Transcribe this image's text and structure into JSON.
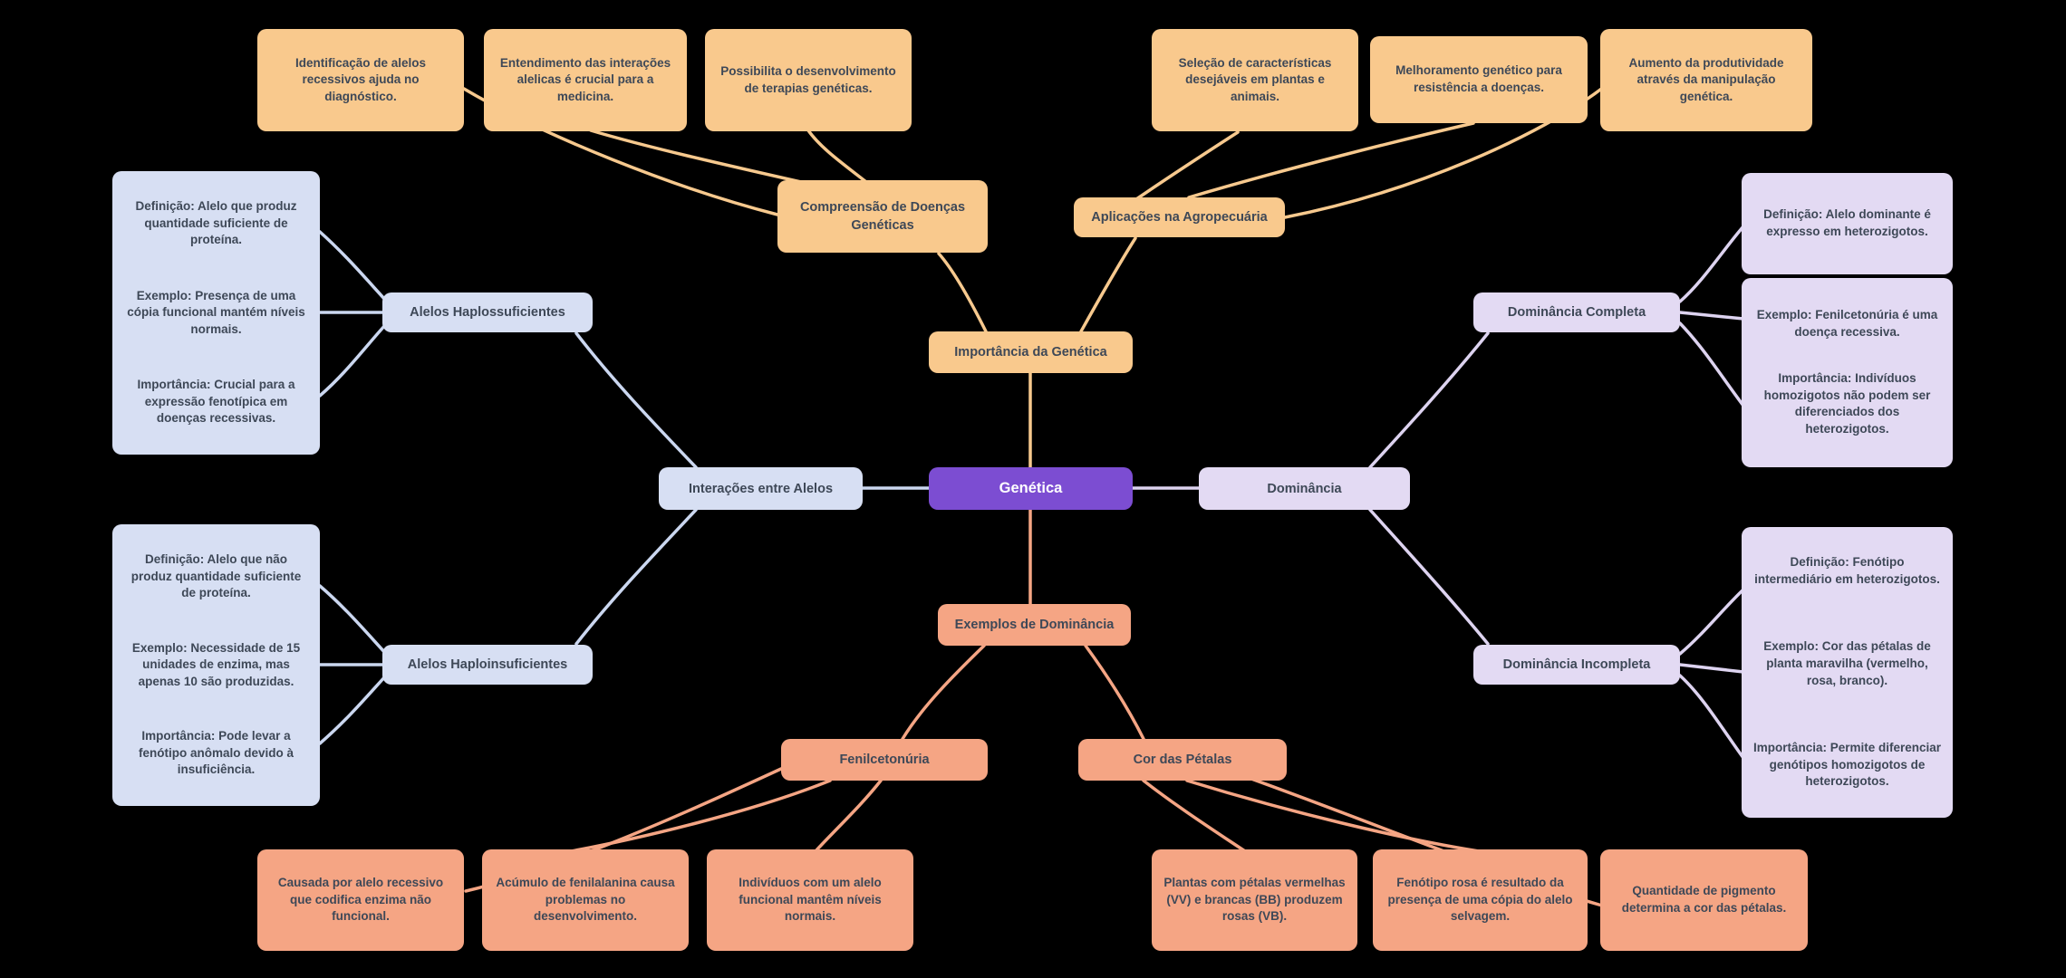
{
  "diagram_type": "mindmap",
  "language": "pt-BR",
  "colors": {
    "background": "#000000",
    "center_fill": "#7c4dd2",
    "center_text": "#ffffff",
    "importancia_branch_fill": "#f9c98d",
    "exemplos_branch_fill": "#f5a584",
    "dominancia_branch_fill": "#e3daf3",
    "interacoes_branch_fill": "#d7dff3",
    "node_text": "#3e4857",
    "edge_orange": "#f7c98e",
    "edge_blue": "#cbd7f0",
    "edge_lavender": "#ddd3f0",
    "edge_salmon": "#f5a584"
  },
  "nodes": {
    "center": "Genética",
    "importancia": "Importância da Genética",
    "compreensao": "Compreensão de Doenças Genéticas",
    "aplicacoes": "Aplicações na Agropecuária",
    "interacoes": "Interações entre Alelos",
    "haplossuficientes": "Alelos Haplossuficientes",
    "haploinsuficientes": "Alelos Haploinsuficientes",
    "dominancia": "Dominância",
    "dom_completa": "Dominância Completa",
    "dom_incompleta": "Dominância Incompleta",
    "exemplos": "Exemplos de Dominância",
    "fenilcetonuria": "Fenilcetonúria",
    "cor_petalas": "Cor das Pétalas"
  },
  "leaves": {
    "compreensao": [
      "Identificação de alelos recessivos ajuda no diagnóstico.",
      "Entendimento das interações alelicas é crucial para a medicina.",
      "Possibilita o desenvolvimento de terapias genéticas."
    ],
    "aplicacoes": [
      "Seleção de características desejáveis em plantas e animais.",
      "Melhoramento genético para resistência a doenças.",
      "Aumento da produtividade através da manipulação genética."
    ],
    "fenilcetonuria": [
      "Causada por alelo recessivo que codifica enzima não funcional.",
      "Acúmulo de fenilalanina causa problemas no desenvolvimento.",
      "Indivíduos com um alelo funcional mantêm níveis normais."
    ],
    "cor_petalas": [
      "Plantas com pétalas vermelhas (VV) e brancas (BB) produzem rosas (VB).",
      "Fenótipo rosa é resultado da presença de uma cópia do alelo selvagem.",
      "Quantidade de pigmento determina a cor das pétalas."
    ]
  },
  "details": {
    "haplossuficientes": [
      "Definição: Alelo que produz quantidade suficiente de proteína.",
      "Exemplo: Presença de uma cópia funcional mantém níveis normais.",
      "Importância: Crucial para a expressão fenotípica em doenças recessivas."
    ],
    "haploinsuficientes": [
      "Definição: Alelo que não produz quantidade suficiente de proteína.",
      "Exemplo: Necessidade de 15 unidades de enzima, mas apenas 10 são produzidas.",
      "Importância: Pode levar a fenótipo anômalo devido à insuficiência."
    ],
    "dom_completa": [
      "Definição: Alelo dominante é expresso em heterozigotos.",
      "Exemplo: Fenilcetonúria é uma doença recessiva.",
      "Importância: Indivíduos homozigotos não podem ser diferenciados dos heterozigotos."
    ],
    "dom_incompleta": [
      "Definição: Fenótipo intermediário em heterozigotos.",
      "Exemplo: Cor das pétalas de planta maravilha (vermelho, rosa, branco).",
      "Importância: Permite diferenciar genótipos homozigotos de heterozigotos."
    ]
  }
}
